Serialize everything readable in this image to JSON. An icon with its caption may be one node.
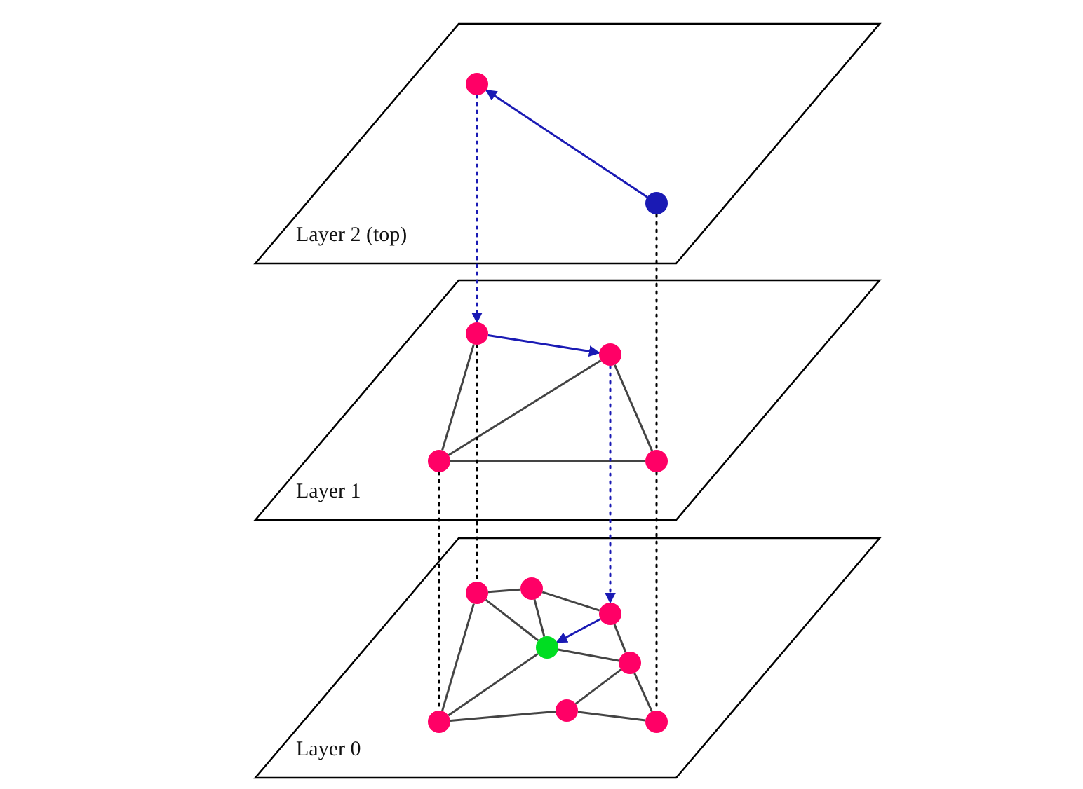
{
  "diagram": {
    "nodes": [
      {
        "text": [
          "Layer 2 (top)"
        ]
      },
      {
        "text": [],
        "shape": "circle",
        "in": 0
      },
      {
        "text": [],
        "shape": "circle",
        "in": 0
      },
      {
        "text": [
          "Layer 1"
        ]
      },
      {
        "text": [],
        "shape": "circle",
        "in": 3
      },
      {
        "text": [],
        "shape": "circle",
        "in": 3
      },
      {
        "text": [],
        "shape": "circle",
        "in": 3
      },
      {
        "text": [],
        "shape": "circle",
        "in": 3
      },
      {
        "text": [
          "Layer 0"
        ]
      },
      {
        "text": [],
        "shape": "circle",
        "in": 8
      },
      {
        "text": [],
        "shape": "circle",
        "in": 8
      },
      {
        "text": [],
        "shape": "circle",
        "in": 8
      },
      {
        "text": [],
        "shape": "circle",
        "in": 8
      },
      {
        "text": [],
        "shape": "circle",
        "in": 8
      },
      {
        "text": [],
        "shape": "circle",
        "in": 8
      },
      {
        "text": [],
        "shape": "circle",
        "in": 8
      },
      {
        "text": [],
        "shape": "circle",
        "in": 8
      }
    ],
    "edges": [
      {
        "from": 2,
        "to": 1,
        "arrow": "to",
        "color": "#1a1ab4"
      },
      {
        "from": 1,
        "to": 4,
        "arrow": "to",
        "style": "dashed",
        "color": "#1a1ab4"
      },
      {
        "from": 2,
        "to": 7,
        "arrow": "none",
        "style": "dashed",
        "color": "#000000"
      },
      {
        "from": 4,
        "to": 5,
        "arrow": "to",
        "color": "#1a1ab4"
      },
      {
        "from": 4,
        "to": 6,
        "arrow": "none"
      },
      {
        "from": 5,
        "to": 6,
        "arrow": "none"
      },
      {
        "from": 5,
        "to": 7,
        "arrow": "none"
      },
      {
        "from": 6,
        "to": 7,
        "arrow": "none"
      },
      {
        "from": 4,
        "to": 9,
        "arrow": "none",
        "style": "dashed",
        "color": "#000000"
      },
      {
        "from": 5,
        "to": 11,
        "arrow": "to",
        "style": "dashed",
        "color": "#1a1ab4"
      },
      {
        "from": 6,
        "to": 14,
        "arrow": "none",
        "style": "dashed",
        "color": "#000000"
      },
      {
        "from": 7,
        "to": 16,
        "arrow": "none",
        "style": "dashed",
        "color": "#000000"
      },
      {
        "from": 9,
        "to": 10,
        "arrow": "none"
      },
      {
        "from": 9,
        "to": 12,
        "arrow": "none"
      },
      {
        "from": 9,
        "to": 14,
        "arrow": "none"
      },
      {
        "from": 10,
        "to": 12,
        "arrow": "none"
      },
      {
        "from": 10,
        "to": 11,
        "arrow": "none"
      },
      {
        "from": 11,
        "to": 12,
        "arrow": "to",
        "color": "#1a1ab4"
      },
      {
        "from": 11,
        "to": 13,
        "arrow": "none"
      },
      {
        "from": 12,
        "to": 13,
        "arrow": "none"
      },
      {
        "from": 12,
        "to": 14,
        "arrow": "none"
      },
      {
        "from": 13,
        "to": 15,
        "arrow": "none"
      },
      {
        "from": 13,
        "to": 16,
        "arrow": "none"
      },
      {
        "from": 14,
        "to": 15,
        "arrow": "none"
      },
      {
        "from": 15,
        "to": 16,
        "arrow": "none"
      }
    ]
  }
}
